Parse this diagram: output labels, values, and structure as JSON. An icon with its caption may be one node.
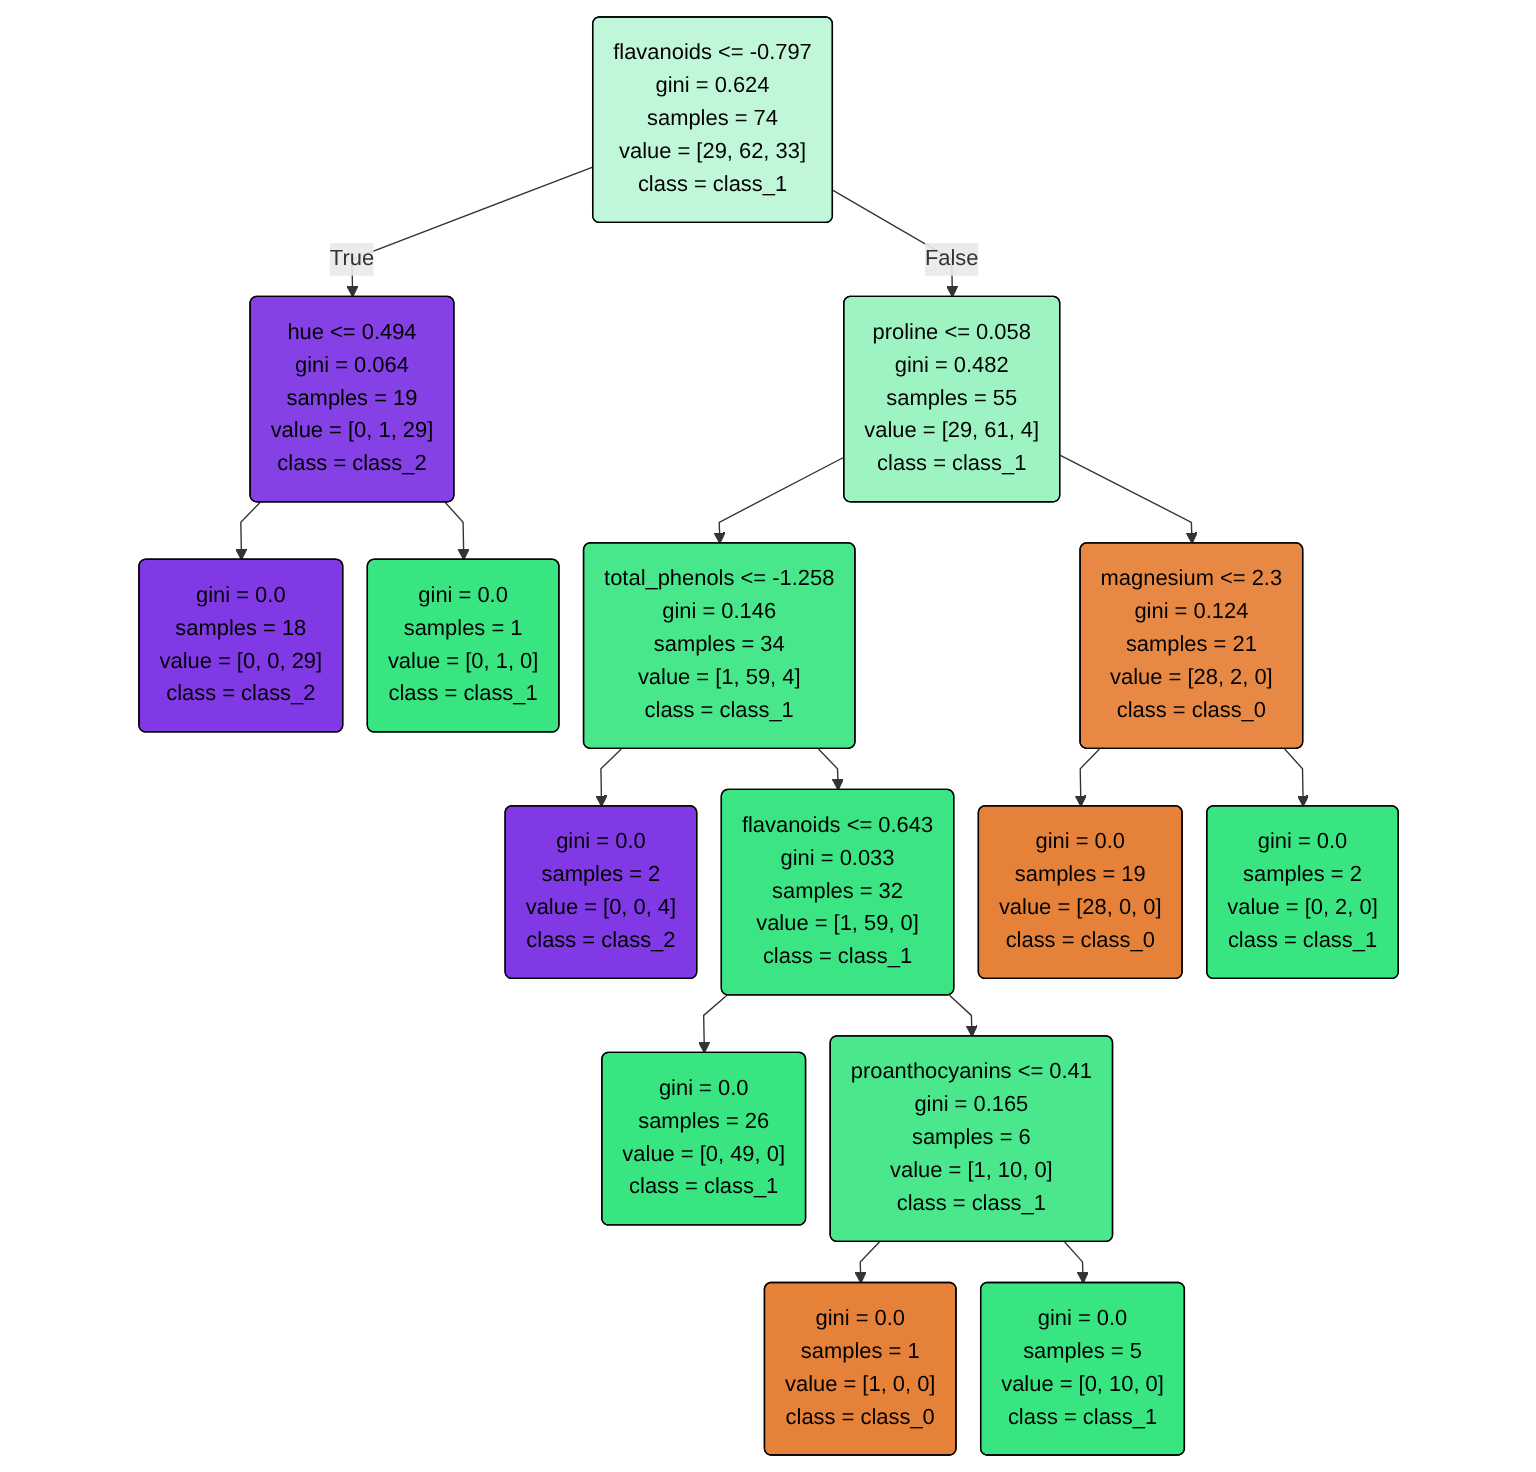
{
  "diagram": {
    "nodes": [
      {
        "text": [
          "flavanoids <= -0.797",
          "gini = 0.624",
          "samples = 74",
          "value = [29, 62, 33]",
          "class = class_1"
        ]
      },
      {
        "text": [
          "hue <= 0.494",
          "gini = 0.064",
          "samples = 19",
          "value = [0, 1, 29]",
          "class = class_2"
        ]
      },
      {
        "text": [
          "proline <= 0.058",
          "gini = 0.482",
          "samples = 55",
          "value = [29, 61, 4]",
          "class = class_1"
        ]
      },
      {
        "text": [
          "gini = 0.0",
          "samples = 18",
          "value = [0, 0, 29]",
          "class = class_2"
        ]
      },
      {
        "text": [
          "gini = 0.0",
          "samples = 1",
          "value = [0, 1, 0]",
          "class = class_1"
        ]
      },
      {
        "text": [
          "total_phenols <= -1.258",
          "gini = 0.146",
          "samples = 34",
          "value = [1, 59, 4]",
          "class = class_1"
        ]
      },
      {
        "text": [
          "magnesium <= 2.3",
          "gini = 0.124",
          "samples = 21",
          "value = [28, 2, 0]",
          "class = class_0"
        ]
      },
      {
        "text": [
          "gini = 0.0",
          "samples = 2",
          "value = [0, 0, 4]",
          "class = class_2"
        ]
      },
      {
        "text": [
          "flavanoids <= 0.643",
          "gini = 0.033",
          "samples = 32",
          "value = [1, 59, 0]",
          "class = class_1"
        ]
      },
      {
        "text": [
          "gini = 0.0",
          "samples = 19",
          "value = [28, 0, 0]",
          "class = class_0"
        ]
      },
      {
        "text": [
          "gini = 0.0",
          "samples = 2",
          "value = [0, 2, 0]",
          "class = class_1"
        ]
      },
      {
        "text": [
          "gini = 0.0",
          "samples = 26",
          "value = [0, 49, 0]",
          "class = class_1"
        ]
      },
      {
        "text": [
          "proanthocyanins <= 0.41",
          "gini = 0.165",
          "samples = 6",
          "value = [1, 10, 0]",
          "class = class_1"
        ]
      },
      {
        "text": [
          "gini = 0.0",
          "samples = 1",
          "value = [1, 0, 0]",
          "class = class_0"
        ]
      },
      {
        "text": [
          "gini = 0.0",
          "samples = 5",
          "value = [0, 10, 0]",
          "class = class_1"
        ]
      }
    ],
    "edges": [
      {
        "from": 0,
        "to": 1,
        "arrow": "to",
        "label": "True"
      },
      {
        "from": 0,
        "to": 2,
        "arrow": "to",
        "label": "False"
      },
      {
        "from": 1,
        "to": 3,
        "arrow": "to"
      },
      {
        "from": 1,
        "to": 4,
        "arrow": "to"
      },
      {
        "from": 2,
        "to": 5,
        "arrow": "to"
      },
      {
        "from": 2,
        "to": 6,
        "arrow": "to"
      },
      {
        "from": 5,
        "to": 7,
        "arrow": "to"
      },
      {
        "from": 5,
        "to": 8,
        "arrow": "to"
      },
      {
        "from": 6,
        "to": 9,
        "arrow": "to"
      },
      {
        "from": 6,
        "to": 10,
        "arrow": "to"
      },
      {
        "from": 8,
        "to": 11,
        "arrow": "to"
      },
      {
        "from": 8,
        "to": 12,
        "arrow": "to"
      },
      {
        "from": 12,
        "to": 13,
        "arrow": "to"
      },
      {
        "from": 12,
        "to": 14,
        "arrow": "to"
      }
    ]
  }
}
